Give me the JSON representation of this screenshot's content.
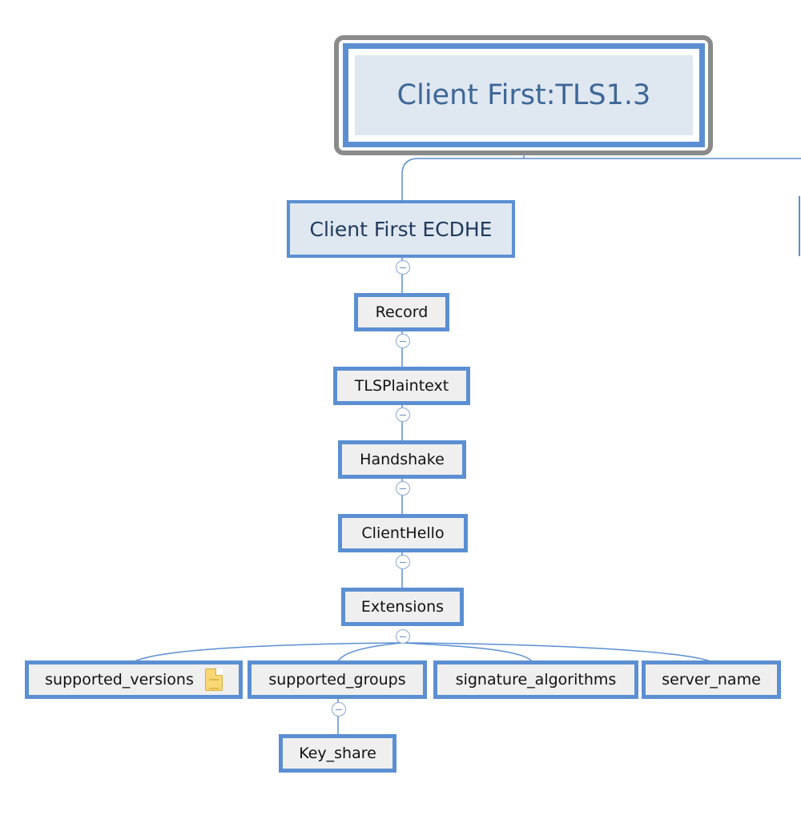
{
  "root": {
    "label": "Client First:TLS1.3"
  },
  "main_topic": {
    "label": "Client First ECDHE"
  },
  "chain": [
    {
      "label": "Record"
    },
    {
      "label": "TLSPlaintext"
    },
    {
      "label": "Handshake"
    },
    {
      "label": "ClientHello"
    },
    {
      "label": "Extensions"
    }
  ],
  "extensions": [
    {
      "label": "supported_versions",
      "has_note": true,
      "note_icon": "note-icon"
    },
    {
      "label": "supported_groups"
    },
    {
      "label": "signature_algorithms"
    },
    {
      "label": "server_name"
    }
  ],
  "supported_groups_children": [
    {
      "label": "Key_share"
    }
  ],
  "colors": {
    "node_border": "#5b8fd2",
    "node_fill": "#efefef",
    "main_fill": "#dfe7f1",
    "root_text": "#3e6796",
    "connector": "#5b8fd2",
    "root_frame": "#8a8a8a"
  }
}
